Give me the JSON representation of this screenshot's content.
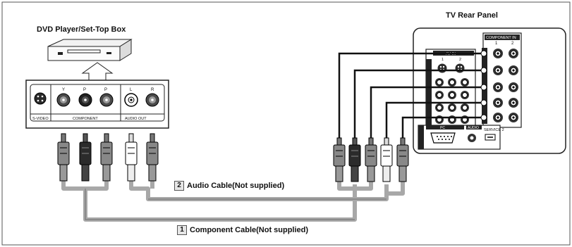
{
  "dvd": {
    "title": "DVD Player/Set-Top Box",
    "jack_labels": {
      "y": "Y",
      "pb": "P",
      "pr": "P",
      "l": "L",
      "r": "R"
    },
    "group_labels": {
      "svideo": "S-VIDEO",
      "component": "COMPONENT",
      "audio_out": "AUDIO OUT"
    }
  },
  "tv": {
    "title": "TV Rear Panel",
    "component_in": {
      "title": "COMPONENT IN",
      "col1": "1",
      "col2": "2"
    },
    "av_in": {
      "title": "AV IN",
      "col1": "1",
      "col2": "2"
    },
    "service_label": "SERVICE 2",
    "pc_label": "PC",
    "audio_label": "AUDIO"
  },
  "cables": {
    "audio": {
      "num": "2",
      "label": "Audio Cable(Not supplied)"
    },
    "component": {
      "num": "1",
      "label": "Component Cable(Not supplied)"
    }
  },
  "colors": {
    "cable_gray": "#a8a8a8",
    "plug_dark": "#333333",
    "panel_border": "#222222"
  }
}
